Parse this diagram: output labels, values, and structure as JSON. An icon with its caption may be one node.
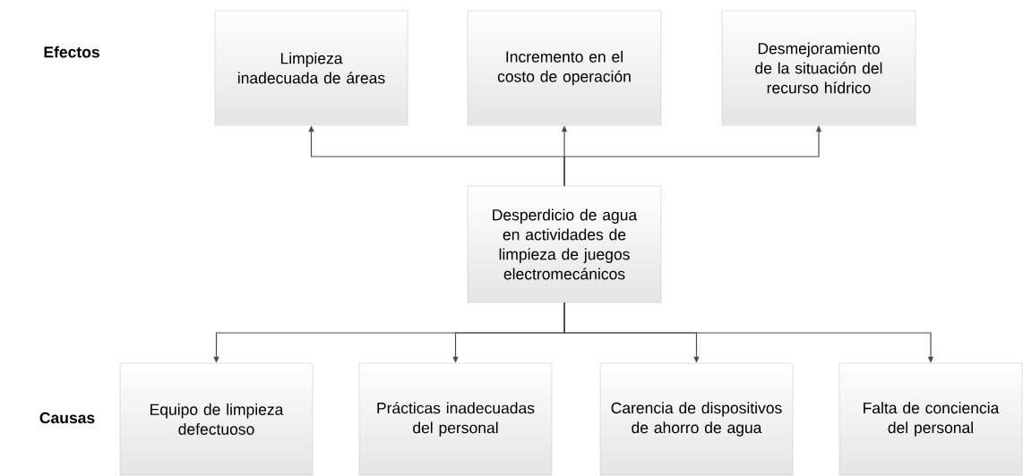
{
  "diagram": {
    "nodes": [
      {
        "text": [
          "Limpieza inadecuada de áreas"
        ]
      },
      {
        "text": [
          "Incremento en el costo de operación"
        ]
      },
      {
        "text": [
          "Desmejoramiento de la situación del recurso hídrico"
        ]
      },
      {
        "text": [
          "Desperdicio de agua en actividades de limpieza de juegos electromecánicos"
        ]
      },
      {
        "text": [
          "Equipo de limpieza defectuoso"
        ]
      },
      {
        "text": [
          "Prácticas inadecuadas del personal"
        ]
      },
      {
        "text": [
          "Carencia de dispositivos de ahorro de agua"
        ]
      },
      {
        "text": [
          "Falta de conciencia del personal"
        ]
      }
    ],
    "edges": [
      {
        "from": 3,
        "to": 0,
        "arrow": "to"
      },
      {
        "from": 3,
        "to": 1,
        "arrow": "to"
      },
      {
        "from": 3,
        "to": 2,
        "arrow": "to"
      },
      {
        "from": 3,
        "to": 4,
        "arrow": "to"
      },
      {
        "from": 3,
        "to": 5,
        "arrow": "to"
      },
      {
        "from": 3,
        "to": 6,
        "arrow": "to"
      },
      {
        "from": 3,
        "to": 7,
        "arrow": "to"
      }
    ],
    "labels": [
      "Efectos",
      "Causas"
    ]
  }
}
